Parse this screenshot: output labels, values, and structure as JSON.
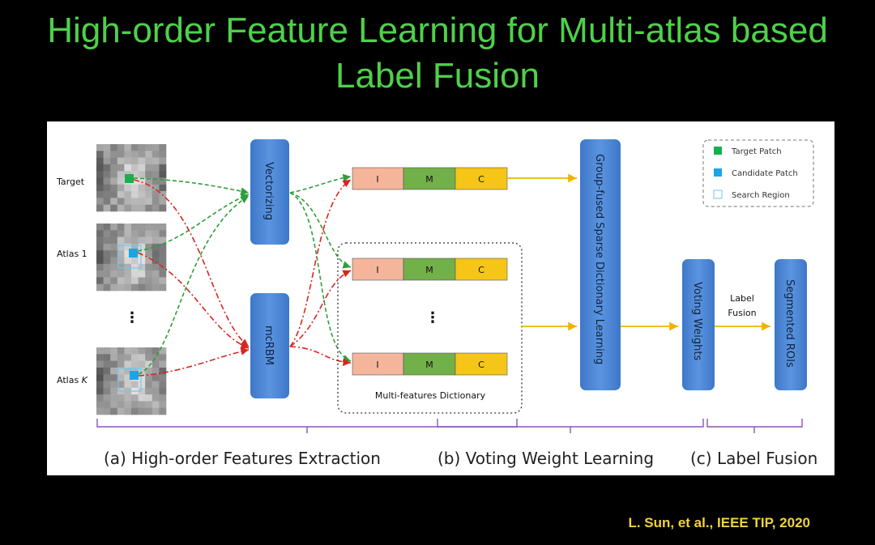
{
  "title": "High-order Feature Learning for Multi-atlas based Label Fusion",
  "citation": "L. Sun, et al., IEEE TIP, 2020",
  "atlas_labels": {
    "target": "Target",
    "atlas1": "Atlas 1",
    "dots": "⋮",
    "atlasK_prefix": "Atlas ",
    "atlasK_italic": "K"
  },
  "blocks": {
    "vectorizing": "Vectorizing",
    "mcrbm": "mcRBM",
    "group_fused": "Group-fused Sparse Dictionary Learning",
    "voting_weights": "Voting Weights",
    "segmented_rois": "Segmented ROIs"
  },
  "features": {
    "i": "I",
    "m": "M",
    "c": "C"
  },
  "dictionary_label": "Multi-features Dictionary",
  "dictionary_dots": "⋮",
  "label_fusion_edge": {
    "line1": "Label",
    "line2": "Fusion"
  },
  "legend": {
    "target_patch": "Target Patch",
    "candidate_patch": "Candidate Patch",
    "search_region": "Search Region"
  },
  "sections": {
    "a": "(a) High-order Features Extraction",
    "b": "(b) Voting Weight Learning",
    "c": "(c) Label Fusion"
  },
  "colors": {
    "title_green": "#4fd04a",
    "citation_yellow": "#f2d33a",
    "block_blue": "#4a86d6",
    "feature_i": "#f4b59b",
    "feature_m": "#72b04a",
    "feature_c": "#f5c518",
    "target_patch": "#18b04c",
    "candidate_patch": "#1aa6e6",
    "arrow_green": "#2e9e3a",
    "arrow_red": "#d8261f",
    "arrow_yellow": "#f0b400",
    "bracket_purple": "#8a56b8"
  }
}
